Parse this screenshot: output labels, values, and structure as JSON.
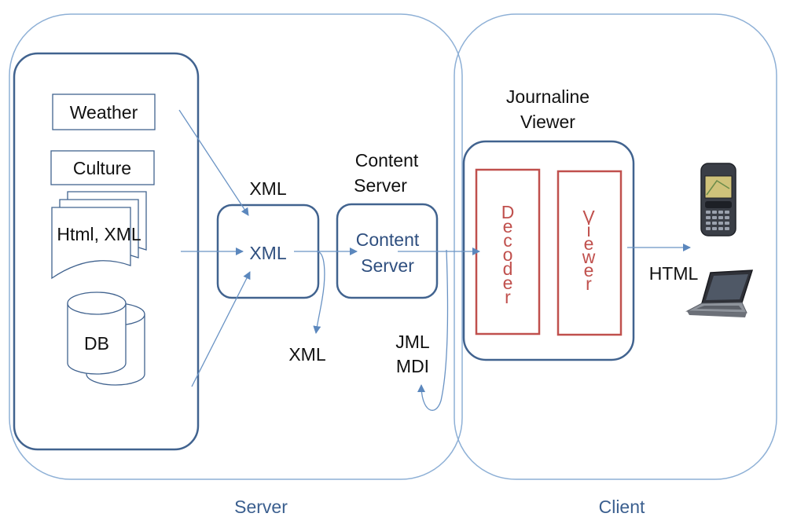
{
  "zones": {
    "server_label": "Server",
    "client_label": "Client"
  },
  "sources": {
    "weather": "Weather",
    "culture": "Culture",
    "html_xml": "Html, XML",
    "db": "DB"
  },
  "xml_stage": {
    "heading": "XML",
    "box_label": "XML",
    "output_label": "XML"
  },
  "content_server": {
    "heading_line1": "Content",
    "heading_line2": "Server",
    "box_line1": "Content",
    "box_line2": "Server",
    "output_line1": "JML",
    "output_line2": "MDI"
  },
  "viewer": {
    "heading_line1": "Journaline",
    "heading_line2": "Viewer",
    "decoder_letters": [
      "D",
      "e",
      "c",
      "o",
      "d",
      "e",
      "r"
    ],
    "viewer_letters": [
      "V",
      "i",
      "e",
      "w",
      "e",
      "r"
    ]
  },
  "output": {
    "label": "HTML",
    "devices": [
      "smartphone-icon",
      "laptop-icon"
    ]
  },
  "colors": {
    "zone_border": "#8eb0d6",
    "box_border": "#41638f",
    "arrow": "#6a93c4",
    "accent_red": "#c0504d",
    "label_blue": "#3b5f8f"
  }
}
